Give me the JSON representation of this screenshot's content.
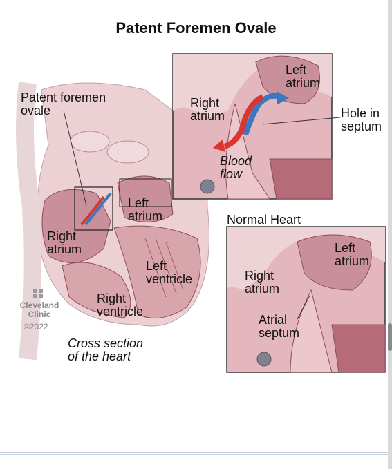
{
  "title": "Patent Foremen Ovale",
  "labels": {
    "patent_foramen": "Patent foremen\novale",
    "left_atrium_main": "Left\natrium",
    "right_atrium_main": "Right\natrium",
    "left_ventricle": "Left\nventricle",
    "right_ventricle": "Right\nventricle",
    "cross_section": "Cross section\nof the heart",
    "inset_right_atrium": "Right\natrium",
    "inset_left_atrium": "Left\natrium",
    "hole_in_septum": "Hole in\nseptum",
    "blood_flow": "Blood\nflow",
    "normal_heart": "Normal Heart",
    "normal_right_atrium": "Right\natrium",
    "normal_left_atrium": "Left\natrium",
    "atrial_septum": "Atrial\nseptum"
  },
  "logo": {
    "name": "Cleveland\nClinic",
    "copyright": "©2022"
  },
  "colors": {
    "heart_tissue": "#e8c4c8",
    "heart_dark": "#b8727d",
    "chamber": "#c98f9a",
    "red_flow": "#d9362f",
    "blue_flow": "#3a78c2",
    "frame": "#333333"
  }
}
